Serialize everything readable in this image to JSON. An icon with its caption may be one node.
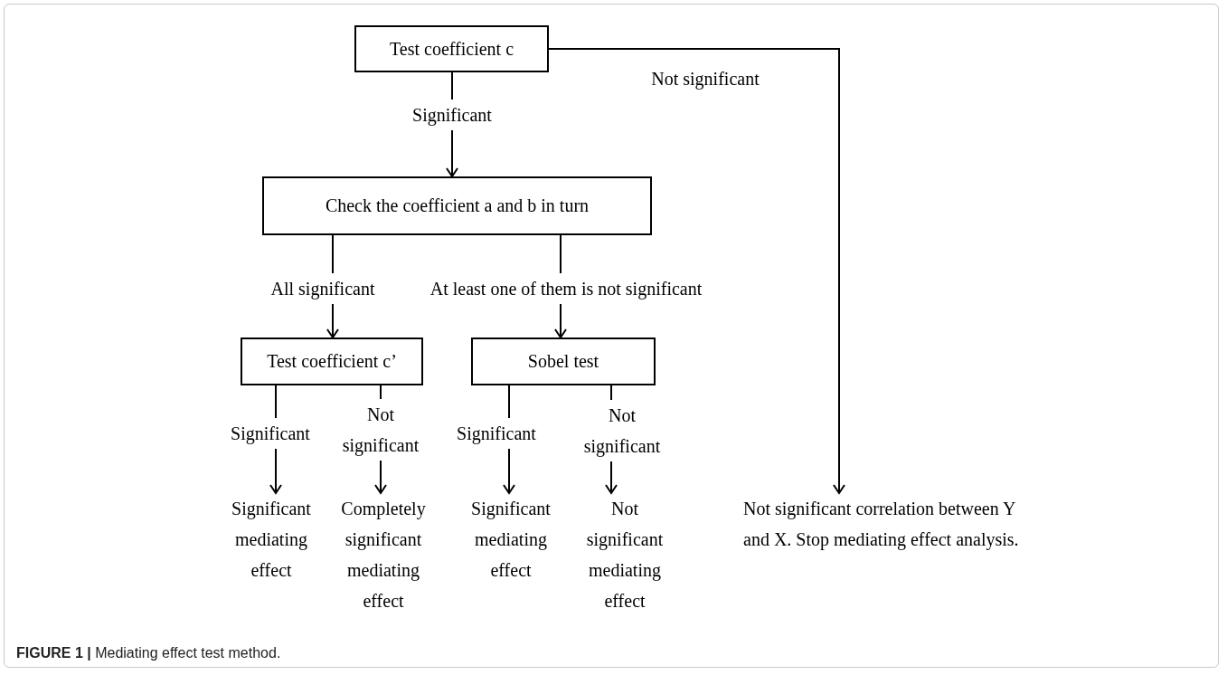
{
  "diagram": {
    "caption": "**FIGURE 1 |** Mediating effect test method.",
    "nodes": [
      {
        "text": [
          "Test coefficient c"
        ]
      },
      {
        "text": [
          "Check the coefficient a and b in turn"
        ]
      },
      {
        "text": [
          "Test coefficient c’"
        ]
      },
      {
        "text": [
          "Sobel test"
        ]
      },
      {
        "text": [
          "Significant mediating effect"
        ]
      },
      {
        "text": [
          "Completely significant mediating effect"
        ]
      },
      {
        "text": [
          "Significant mediating effect"
        ]
      },
      {
        "text": [
          "Not significant mediating effect"
        ]
      },
      {
        "text": [
          "Not significant correlation between Y and X. Stop mediating effect analysis."
        ]
      }
    ],
    "edges": [
      {
        "from": 0,
        "to": 1,
        "arrow": "to",
        "label": "Significant"
      },
      {
        "from": 0,
        "to": 8,
        "arrow": "to",
        "label": "Not significant"
      },
      {
        "from": 1,
        "to": 2,
        "arrow": "to",
        "label": "All significant"
      },
      {
        "from": 1,
        "to": 3,
        "arrow": "to",
        "label": "At least one of them is not significant"
      },
      {
        "from": 2,
        "to": 4,
        "arrow": "to",
        "label": "Significant"
      },
      {
        "from": 2,
        "to": 5,
        "arrow": "to",
        "label": "Not significant"
      },
      {
        "from": 3,
        "to": 6,
        "arrow": "to",
        "label": "Significant"
      },
      {
        "from": 3,
        "to": 7,
        "arrow": "to",
        "label": "Not significant"
      }
    ]
  }
}
